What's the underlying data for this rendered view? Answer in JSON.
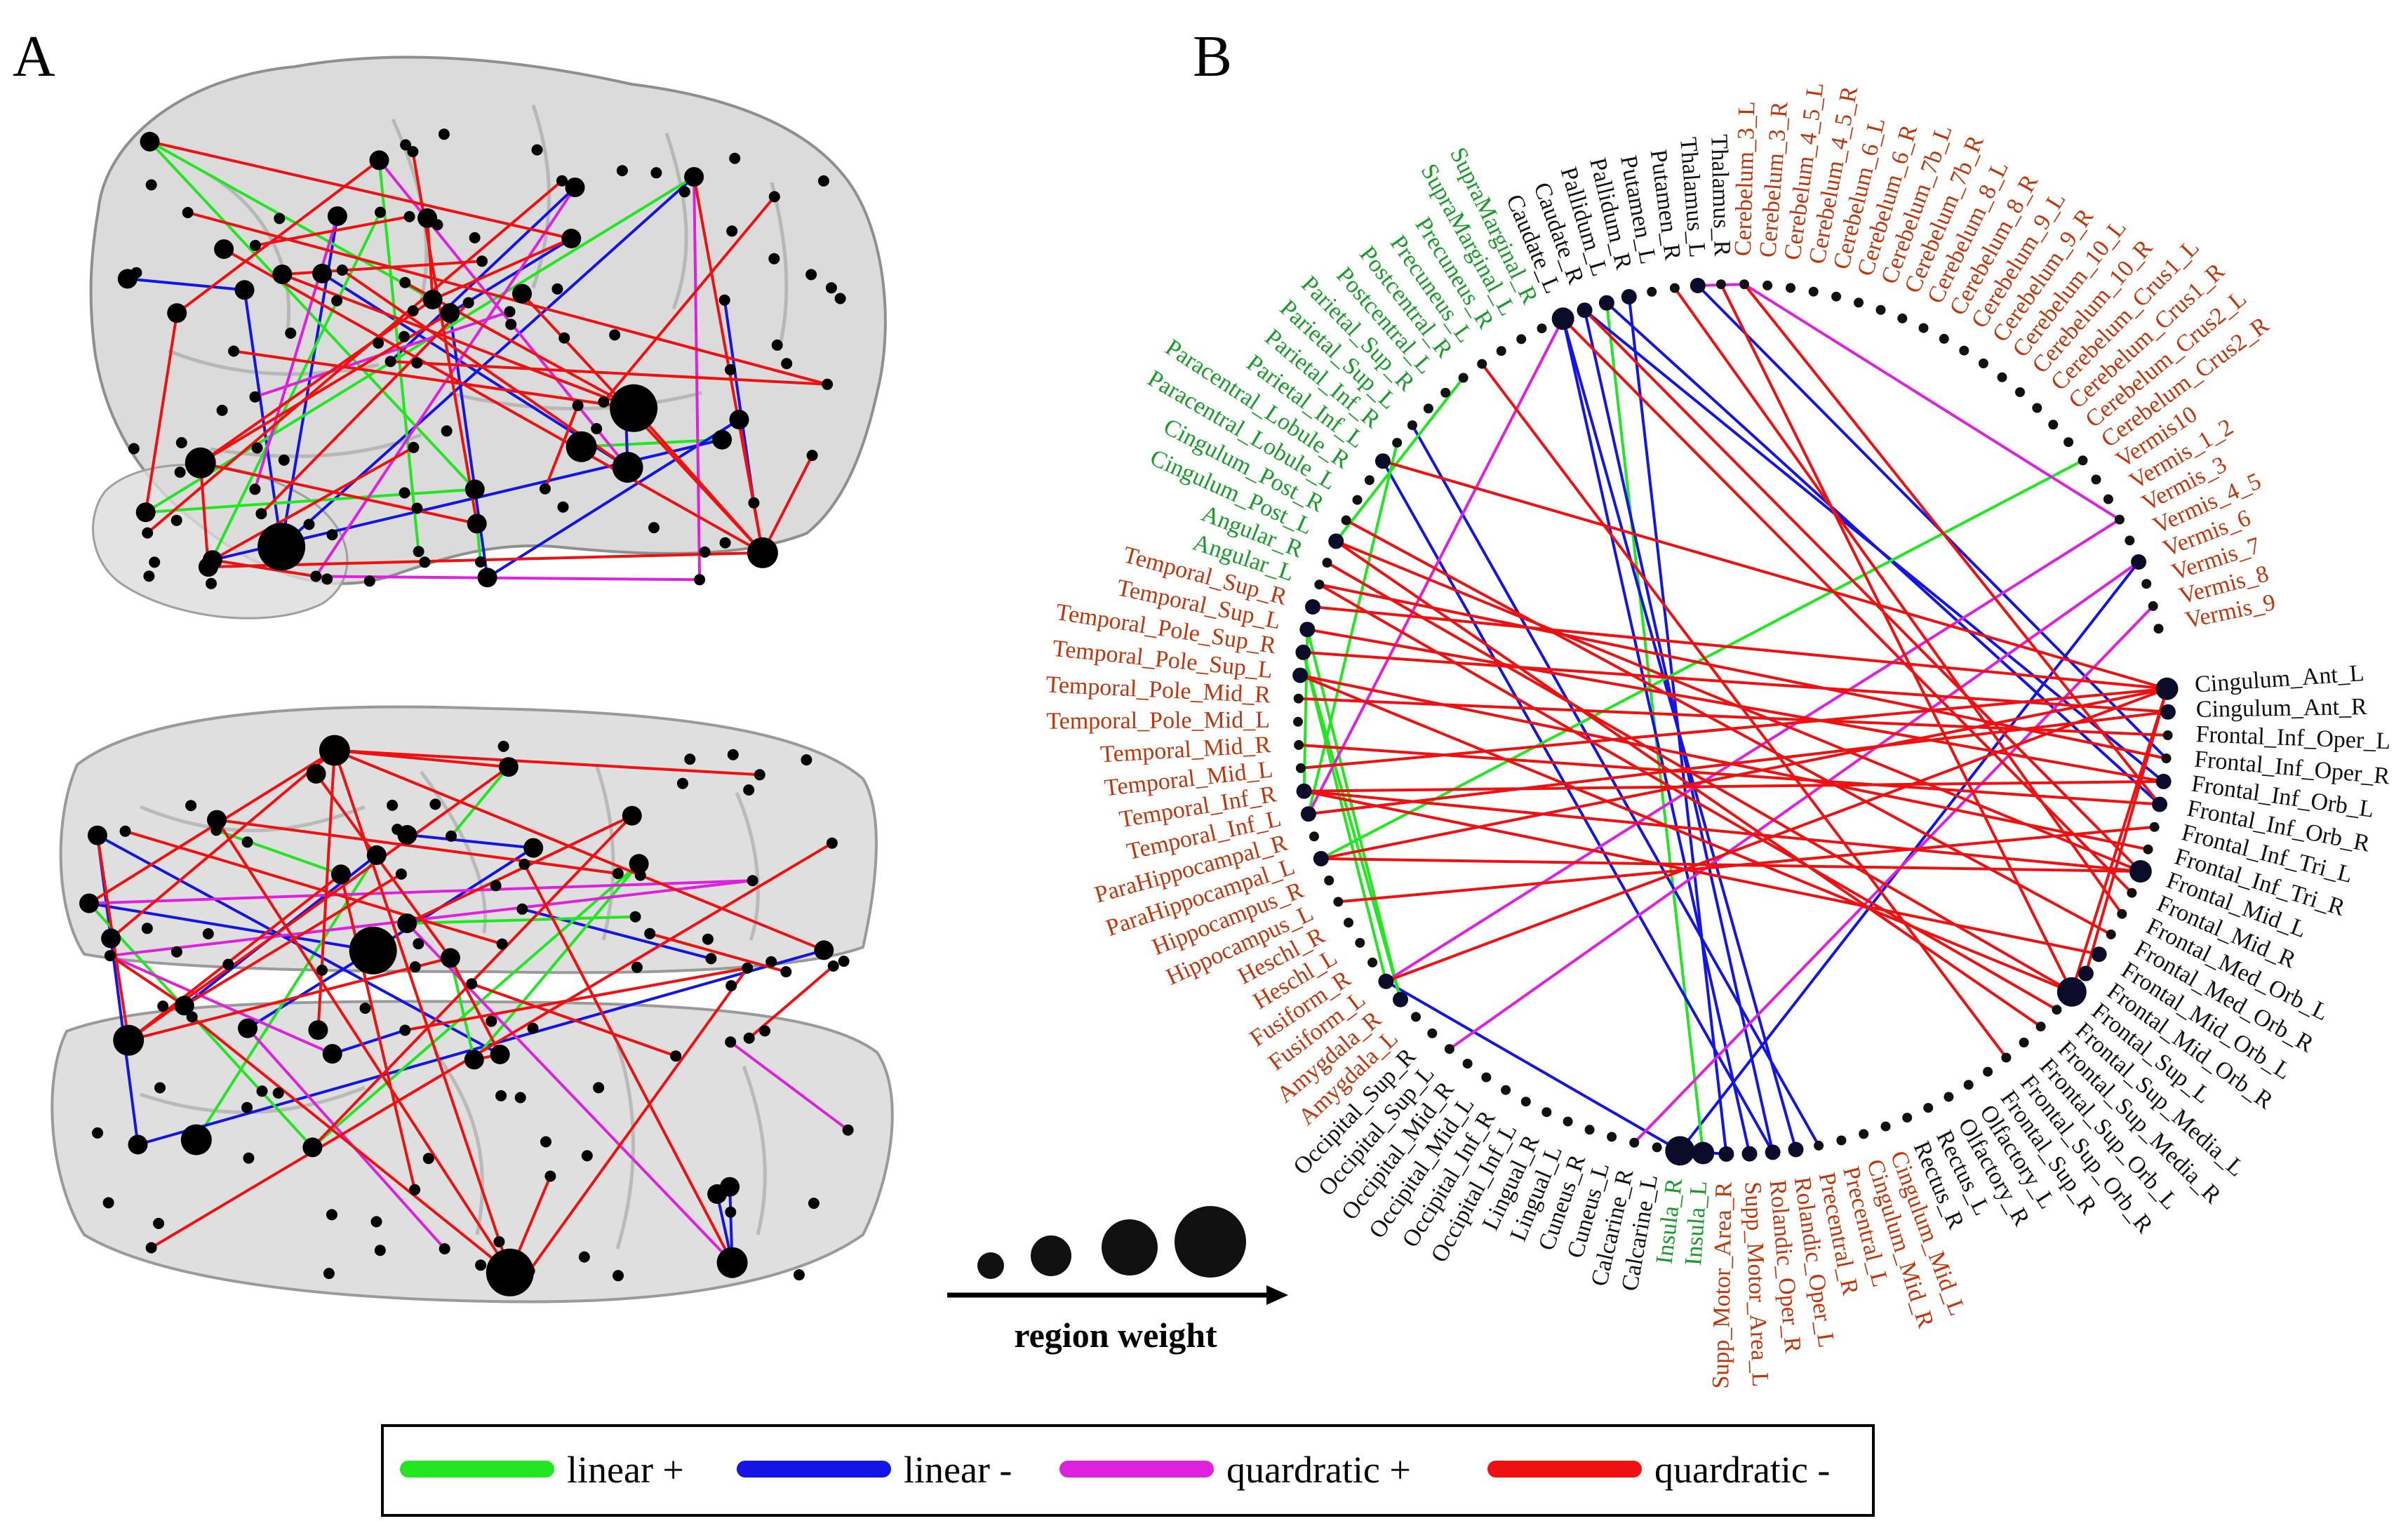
{
  "panels": {
    "a_label": "A",
    "b_label": "B"
  },
  "colors": {
    "linear_pos": "#22e622",
    "linear_neg": "#1414e6",
    "quad_pos": "#dd22dd",
    "quad_neg": "#ee1111",
    "label_black": "#111111",
    "label_red": "#c0360c",
    "label_green": "#1a9a2a"
  },
  "region_weight_label": "region weight",
  "legend": [
    {
      "label": "linear +",
      "color": "#22e622"
    },
    {
      "label": "linear -",
      "color": "#1414e6"
    },
    {
      "label": "quardratic +",
      "color": "#dd22dd"
    },
    {
      "label": "quardratic -",
      "color": "#ee1111"
    }
  ],
  "regions": [
    {
      "name": "Cingulum_Ant_L",
      "group": "black",
      "weight": 2
    },
    {
      "name": "Cingulum_Ant_R",
      "group": "black",
      "weight": 1
    },
    {
      "name": "Frontal_Inf_Oper_L",
      "group": "black",
      "weight": 0
    },
    {
      "name": "Frontal_Inf_Oper_R",
      "group": "black",
      "weight": 0
    },
    {
      "name": "Frontal_Inf_Orb_L",
      "group": "black",
      "weight": 1
    },
    {
      "name": "Frontal_Inf_Orb_R",
      "group": "black",
      "weight": 1
    },
    {
      "name": "Frontal_Inf_Tri_L",
      "group": "black",
      "weight": 0
    },
    {
      "name": "Frontal_Inf_Tri_R",
      "group": "black",
      "weight": 0
    },
    {
      "name": "Frontal_Mid_L",
      "group": "black",
      "weight": 2
    },
    {
      "name": "Frontal_Mid_R",
      "group": "black",
      "weight": 0
    },
    {
      "name": "Frontal_Med_Orb_L",
      "group": "black",
      "weight": 0
    },
    {
      "name": "Frontal_Med_Orb_R",
      "group": "black",
      "weight": 0
    },
    {
      "name": "Frontal_Mid_Orb_L",
      "group": "black",
      "weight": 1
    },
    {
      "name": "Frontal_Mid_Orb_R",
      "group": "black",
      "weight": 1
    },
    {
      "name": "Frontal_Sup_L",
      "group": "black",
      "weight": 3
    },
    {
      "name": "Frontal_Sup_Media_L",
      "group": "black",
      "weight": 0
    },
    {
      "name": "Frontal_Sup_Media_R",
      "group": "black",
      "weight": 0
    },
    {
      "name": "Frontal_Sup_Orb_L",
      "group": "black",
      "weight": 0
    },
    {
      "name": "Frontal_Sup_Orb_R",
      "group": "black",
      "weight": 0
    },
    {
      "name": "Frontal_Sup_R",
      "group": "black",
      "weight": 0
    },
    {
      "name": "Olfactory_L",
      "group": "black",
      "weight": 0
    },
    {
      "name": "Olfactory_R",
      "group": "black",
      "weight": 0
    },
    {
      "name": "Rectus_L",
      "group": "black",
      "weight": 0
    },
    {
      "name": "Rectus_R",
      "group": "black",
      "weight": 0
    },
    {
      "name": "Cingulum_Mid_L",
      "group": "red",
      "weight": 0
    },
    {
      "name": "Cingulum_Mid_R",
      "group": "red",
      "weight": 0
    },
    {
      "name": "Precentral_L",
      "group": "red",
      "weight": 0
    },
    {
      "name": "Precentral_R",
      "group": "red",
      "weight": 0
    },
    {
      "name": "Rolandic_Oper_L",
      "group": "red",
      "weight": 1
    },
    {
      "name": "Rolandic_Oper_R",
      "group": "red",
      "weight": 1
    },
    {
      "name": "Supp_Motor_Area_L",
      "group": "red",
      "weight": 1
    },
    {
      "name": "Supp_Motor_Area_R",
      "group": "red",
      "weight": 1
    },
    {
      "name": "Insula_L",
      "group": "green",
      "weight": 2
    },
    {
      "name": "Insula_R",
      "group": "green",
      "weight": 3
    },
    {
      "name": "Calcarine_L",
      "group": "black",
      "weight": 0
    },
    {
      "name": "Calcarine_R",
      "group": "black",
      "weight": 0
    },
    {
      "name": "Cuneus_L",
      "group": "black",
      "weight": 0
    },
    {
      "name": "Cuneus_R",
      "group": "black",
      "weight": 0
    },
    {
      "name": "Lingual_L",
      "group": "black",
      "weight": 0
    },
    {
      "name": "Lingual_R",
      "group": "black",
      "weight": 0
    },
    {
      "name": "Occipital_Inf_L",
      "group": "black",
      "weight": 0
    },
    {
      "name": "Occipital_Inf_R",
      "group": "black",
      "weight": 0
    },
    {
      "name": "Occipital_Mid_L",
      "group": "black",
      "weight": 0
    },
    {
      "name": "Occipital_Mid_R",
      "group": "black",
      "weight": 0
    },
    {
      "name": "Occipital_Sup_L",
      "group": "black",
      "weight": 0
    },
    {
      "name": "Occipital_Sup_R",
      "group": "black",
      "weight": 0
    },
    {
      "name": "Amygdala_L",
      "group": "red",
      "weight": 0
    },
    {
      "name": "Amygdala_R",
      "group": "red",
      "weight": 1
    },
    {
      "name": "Fusiform_L",
      "group": "red",
      "weight": 1
    },
    {
      "name": "Fusiform_R",
      "group": "red",
      "weight": 0
    },
    {
      "name": "Heschl_L",
      "group": "red",
      "weight": 0
    },
    {
      "name": "Heschl_R",
      "group": "red",
      "weight": 0
    },
    {
      "name": "Hippocampus_L",
      "group": "red",
      "weight": 0
    },
    {
      "name": "Hippocampus_R",
      "group": "red",
      "weight": 0
    },
    {
      "name": "ParaHippocampal_L",
      "group": "red",
      "weight": 1
    },
    {
      "name": "ParaHippocampal_R",
      "group": "red",
      "weight": 0
    },
    {
      "name": "Temporal_Inf_L",
      "group": "red",
      "weight": 1
    },
    {
      "name": "Temporal_Inf_R",
      "group": "red",
      "weight": 1
    },
    {
      "name": "Temporal_Mid_L",
      "group": "red",
      "weight": 0
    },
    {
      "name": "Temporal_Mid_R",
      "group": "red",
      "weight": 0
    },
    {
      "name": "Temporal_Pole_Mid_L",
      "group": "red",
      "weight": 0
    },
    {
      "name": "Temporal_Pole_Mid_R",
      "group": "red",
      "weight": 0
    },
    {
      "name": "Temporal_Pole_Sup_L",
      "group": "red",
      "weight": 1
    },
    {
      "name": "Temporal_Pole_Sup_R",
      "group": "red",
      "weight": 1
    },
    {
      "name": "Temporal_Sup_L",
      "group": "red",
      "weight": 1
    },
    {
      "name": "Temporal_Sup_R",
      "group": "red",
      "weight": 1
    },
    {
      "name": "Angular_L",
      "group": "green",
      "weight": 0
    },
    {
      "name": "Angular_R",
      "group": "green",
      "weight": 0
    },
    {
      "name": "Cingulum_Post_L",
      "group": "green",
      "weight": 1
    },
    {
      "name": "Cingulum_Post_R",
      "group": "green",
      "weight": 0
    },
    {
      "name": "Paracentral_Lobule_L",
      "group": "green",
      "weight": 0
    },
    {
      "name": "Paracentral_Lobule_R",
      "group": "green",
      "weight": 0
    },
    {
      "name": "Parietal_Inf_L",
      "group": "green",
      "weight": 1
    },
    {
      "name": "Parietal_Inf_R",
      "group": "green",
      "weight": 0
    },
    {
      "name": "Parietal_Sup_L",
      "group": "green",
      "weight": 0
    },
    {
      "name": "Parietal_Sup_R",
      "group": "green",
      "weight": 0
    },
    {
      "name": "Postcentral_L",
      "group": "green",
      "weight": 0
    },
    {
      "name": "Postcentral_R",
      "group": "green",
      "weight": 0
    },
    {
      "name": "Precuneus_L",
      "group": "green",
      "weight": 0
    },
    {
      "name": "Precuneus_R",
      "group": "green",
      "weight": 0
    },
    {
      "name": "SupraMarginal_L",
      "group": "green",
      "weight": 0
    },
    {
      "name": "SupraMarginal_R",
      "group": "green",
      "weight": 0
    },
    {
      "name": "Caudate_L",
      "group": "black",
      "weight": 2
    },
    {
      "name": "Caudate_R",
      "group": "black",
      "weight": 1
    },
    {
      "name": "Pallidum_L",
      "group": "black",
      "weight": 1
    },
    {
      "name": "Pallidum_R",
      "group": "black",
      "weight": 1
    },
    {
      "name": "Putamen_L",
      "group": "black",
      "weight": 0
    },
    {
      "name": "Putamen_R",
      "group": "black",
      "weight": 0
    },
    {
      "name": "Thalamus_L",
      "group": "black",
      "weight": 1
    },
    {
      "name": "Thalamus_R",
      "group": "black",
      "weight": 0
    },
    {
      "name": "Cerebelum_3_L",
      "group": "red",
      "weight": 0
    },
    {
      "name": "Cerebelum_3_R",
      "group": "red",
      "weight": 0
    },
    {
      "name": "Cerebelum_4_5_L",
      "group": "red",
      "weight": 0
    },
    {
      "name": "Cerebelum_4_5_R",
      "group": "red",
      "weight": 0
    },
    {
      "name": "Cerebelum_6_L",
      "group": "red",
      "weight": 0
    },
    {
      "name": "Cerebelum_6_R",
      "group": "red",
      "weight": 0
    },
    {
      "name": "Cerebelum_7b_L",
      "group": "red",
      "weight": 0
    },
    {
      "name": "Cerebelum_7b_R",
      "group": "red",
      "weight": 0
    },
    {
      "name": "Cerebelum_8_L",
      "group": "red",
      "weight": 0
    },
    {
      "name": "Cerebelum_8_R",
      "group": "red",
      "weight": 0
    },
    {
      "name": "Cerebelum_9_L",
      "group": "red",
      "weight": 0
    },
    {
      "name": "Cerebelum_9_R",
      "group": "red",
      "weight": 0
    },
    {
      "name": "Cerebelum_10_L",
      "group": "red",
      "weight": 0
    },
    {
      "name": "Cerebelum_10_R",
      "group": "red",
      "weight": 0
    },
    {
      "name": "Cerebelum_Crus1_L",
      "group": "red",
      "weight": 0
    },
    {
      "name": "Cerebelum_Crus1_R",
      "group": "red",
      "weight": 0
    },
    {
      "name": "Cerebelum_Crus2_L",
      "group": "red",
      "weight": 0
    },
    {
      "name": "Cerebelum_Crus2_R",
      "group": "red",
      "weight": 0
    },
    {
      "name": "Vermis10",
      "group": "red",
      "weight": 0
    },
    {
      "name": "Vermis_1_2",
      "group": "red",
      "weight": 0
    },
    {
      "name": "Vermis_3",
      "group": "red",
      "weight": 0
    },
    {
      "name": "Vermis_4_5",
      "group": "red",
      "weight": 0
    },
    {
      "name": "Vermis_6",
      "group": "red",
      "weight": 1
    },
    {
      "name": "Vermis_7",
      "group": "red",
      "weight": 0
    },
    {
      "name": "Vermis_8",
      "group": "red",
      "weight": 0
    },
    {
      "name": "Vermis_9",
      "group": "red",
      "weight": 0
    }
  ],
  "connections": [
    {
      "a": "Insula_R",
      "b": "Supp_Motor_Area_R",
      "type": "linear_neg"
    },
    {
      "a": "Insula_R",
      "b": "Fusiform_L",
      "type": "linear_neg"
    },
    {
      "a": "Insula_R",
      "b": "Vermis_6",
      "type": "linear_neg"
    },
    {
      "a": "Insula_L",
      "b": "Pallidum_L",
      "type": "linear_pos"
    },
    {
      "a": "Rolandic_Oper_R",
      "b": "Caudate_R",
      "type": "linear_neg"
    },
    {
      "a": "Rolandic_Oper_L",
      "b": "Caudate_L",
      "type": "linear_neg"
    },
    {
      "a": "Supp_Motor_Area_L",
      "b": "Caudate_L",
      "type": "linear_neg"
    },
    {
      "a": "Supp_Motor_Area_R",
      "b": "Pallidum_R",
      "type": "linear_neg"
    },
    {
      "a": "Precentral_R",
      "b": "Parietal_Sup_L",
      "type": "linear_neg"
    },
    {
      "a": "Rolandic_Oper_R",
      "b": "Parietal_Inf_L",
      "type": "linear_neg"
    },
    {
      "a": "Frontal_Inf_Orb_R",
      "b": "Pallidum_L",
      "type": "linear_neg"
    },
    {
      "a": "Frontal_Inf_Oper_R",
      "b": "Thalamus_L",
      "type": "linear_neg"
    },
    {
      "a": "Frontal_Inf_Orb_L",
      "b": "Caudate_R",
      "type": "linear_neg"
    },
    {
      "a": "Amygdala_R",
      "b": "Temporal_Pole_Sup_R",
      "type": "linear_pos"
    },
    {
      "a": "Amygdala_R",
      "b": "Temporal_Sup_L",
      "type": "linear_pos"
    },
    {
      "a": "ParaHippocampal_L",
      "b": "Cerebelum_Crus2_R",
      "type": "linear_pos"
    },
    {
      "a": "Temporal_Inf_L",
      "b": "Parietal_Inf_R",
      "type": "linear_pos"
    },
    {
      "a": "Temporal_Inf_R",
      "b": "Temporal_Sup_L",
      "type": "linear_pos"
    },
    {
      "a": "Fusiform_L",
      "b": "Temporal_Pole_Sup_R",
      "type": "linear_pos"
    },
    {
      "a": "Cingulum_Post_L",
      "b": "Postcentral_R",
      "type": "linear_pos"
    },
    {
      "a": "Occipital_Sup_L",
      "b": "Vermis_6",
      "type": "quad_pos"
    },
    {
      "a": "Calcarine_R",
      "b": "Vermis_8",
      "type": "quad_pos"
    },
    {
      "a": "Fusiform_L",
      "b": "Vermis_3",
      "type": "quad_pos"
    },
    {
      "a": "Temporal_Inf_L",
      "b": "Caudate_L",
      "type": "quad_pos"
    },
    {
      "a": "Cerebelum_3_L",
      "b": "Thalamus_L",
      "type": "quad_pos"
    },
    {
      "a": "Vermis_3",
      "b": "Cerebelum_3_L",
      "type": "quad_pos"
    },
    {
      "a": "Frontal_Sup_L",
      "b": "Cingulum_Ant_L",
      "type": "quad_neg"
    },
    {
      "a": "Frontal_Sup_L",
      "b": "Temporal_Pole_Sup_L",
      "type": "quad_neg"
    },
    {
      "a": "Frontal_Sup_L",
      "b": "Thalamus_R",
      "type": "quad_neg"
    },
    {
      "a": "Frontal_Sup_L",
      "b": "Angular_R",
      "type": "quad_neg"
    },
    {
      "a": "Frontal_Mid_Orb_R",
      "b": "Cingulum_Ant_L",
      "type": "quad_neg"
    },
    {
      "a": "Frontal_Mid_L",
      "b": "ParaHippocampal_L",
      "type": "quad_neg"
    },
    {
      "a": "Frontal_Mid_L",
      "b": "Temporal_Inf_R",
      "type": "quad_neg"
    },
    {
      "a": "Frontal_Mid_L",
      "b": "Cingulum_Post_L",
      "type": "quad_neg"
    },
    {
      "a": "Frontal_Inf_Tri_L",
      "b": "Hippocampus_L",
      "type": "quad_neg"
    },
    {
      "a": "Frontal_Inf_Orb_R",
      "b": "Temporal_Mid_R",
      "type": "quad_neg"
    },
    {
      "a": "Frontal_Inf_Oper_L",
      "b": "Temporal_Pole_Mid_R",
      "type": "quad_neg"
    },
    {
      "a": "Cingulum_Ant_R",
      "b": "Temporal_Inf_L",
      "type": "quad_neg"
    },
    {
      "a": "Cingulum_Ant_L",
      "b": "ParaHippocampal_L",
      "type": "quad_neg"
    },
    {
      "a": "Cingulum_Ant_L",
      "b": "Temporal_Mid_L",
      "type": "quad_neg"
    },
    {
      "a": "Cingulum_Ant_L",
      "b": "Temporal_Sup_R",
      "type": "quad_neg"
    },
    {
      "a": "Cingulum_Ant_L",
      "b": "Parietal_Inf_L",
      "type": "quad_neg"
    },
    {
      "a": "Frontal_Mid_L",
      "b": "Caudate_R",
      "type": "quad_neg"
    },
    {
      "a": "Frontal_Sup_Media_L",
      "b": "Angular_L",
      "type": "quad_neg"
    },
    {
      "a": "Frontal_Med_Orb_R",
      "b": "Cingulum_Post_R",
      "type": "quad_neg"
    },
    {
      "a": "Frontal_Inf_Orb_L",
      "b": "Temporal_Inf_R",
      "type": "quad_neg"
    },
    {
      "a": "Temporal_Pole_Sup_R",
      "b": "Cingulum_Ant_R",
      "type": "quad_neg"
    },
    {
      "a": "Temporal_Sup_L",
      "b": "Frontal_Inf_Orb_L",
      "type": "quad_neg"
    },
    {
      "a": "Temporal_Inf_R",
      "b": "Frontal_Mid_Orb_L",
      "type": "quad_neg"
    },
    {
      "a": "Fusiform_L",
      "b": "Cingulum_Ant_L",
      "type": "quad_neg"
    },
    {
      "a": "Temporal_Pole_Sup_L",
      "b": "Frontal_Inf_Tri_R",
      "type": "quad_neg"
    },
    {
      "a": "Cingulum_Post_L",
      "b": "Frontal_Sup_Media_R",
      "type": "quad_neg"
    },
    {
      "a": "Angular_L",
      "b": "Frontal_Inf_Oper_R",
      "type": "quad_neg"
    },
    {
      "a": "Precuneus_L",
      "b": "Frontal_Sup_Orb_R",
      "type": "quad_neg"
    },
    {
      "a": "Caudate_L",
      "b": "Frontal_Mid_R",
      "type": "quad_neg"
    },
    {
      "a": "Cerebelum_3_L",
      "b": "Frontal_Inf_Orb_R",
      "type": "quad_neg"
    },
    {
      "a": "Putamen_R",
      "b": "Frontal_Med_Orb_L",
      "type": "quad_neg"
    }
  ]
}
